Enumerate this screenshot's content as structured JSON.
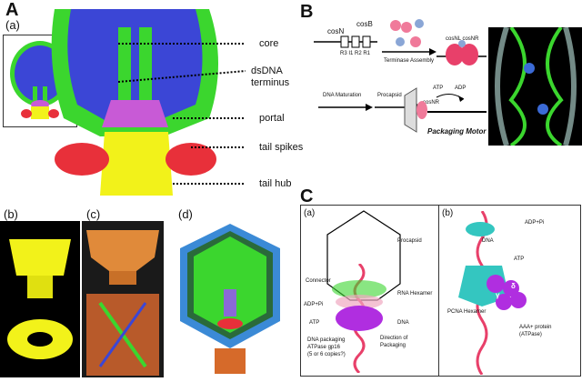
{
  "panels": {
    "A": {
      "letter": "A",
      "sub_a": "(a)",
      "labels": [
        "core",
        "dsDNA terminus",
        "portal",
        "tail spikes",
        "tail hub"
      ],
      "sub_b": "(b)",
      "sub_c": "(c)",
      "sub_d": "(d)"
    },
    "B": {
      "letter": "B",
      "cosN": "cosN",
      "cosB": "cosB",
      "r_sites": "R3   I1   R2   R1",
      "terminase_assembly": "Terminase Assembly",
      "cos_complex": "cosNL cosNR",
      "dna_maturation": "DNA Maturation",
      "procapsid": "Procapsid",
      "cosNR": "cosNR",
      "atp": "ATP",
      "adp": "ADP",
      "packaging_motor": "Packaging Motor"
    },
    "C": {
      "letter": "C",
      "sub_a": "(a)",
      "sub_b": "(b)",
      "procapsid": "Procapsid",
      "connector": "Connector",
      "rna_hexamer": "RNA Hexamer",
      "adp_pi": "ADP+Pi",
      "atp": "ATP",
      "dna": "DNA",
      "atpase_line1": "DNA packaging",
      "atpase_line2": "ATPase gp16",
      "atpase_line3": "(5 or 6 copies?)",
      "direction_line1": "Direction of",
      "direction_line2": "Packaging",
      "b_adp_pi": "ADP+Pi",
      "b_dna": "DNA",
      "b_atp": "ATP",
      "pcna": "PCNA Hexamer",
      "aaa_line1": "AAA+ protein",
      "aaa_line2": "(ATPase)",
      "delta": "δ",
      "gamma": "γ"
    }
  },
  "colors": {
    "capsid_blue": "#3b46d6",
    "core_green": "#3bd62e",
    "portal_magenta": "#c85ad6",
    "tail_yellow": "#f2f21a",
    "spike_red": "#e8303a",
    "packaging_purple": "#b02ee0",
    "dna_pink": "#e8406a",
    "teal": "#34c6c0"
  }
}
